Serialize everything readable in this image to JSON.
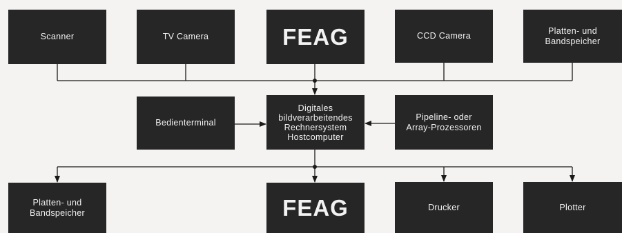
{
  "diagram": {
    "inputs": {
      "scanner": "Scanner",
      "tv_camera": "TV Camera",
      "feag": "FEAG",
      "ccd_camera": "CCD Camera",
      "storage": "Platten- und\nBandspeicher"
    },
    "middle": {
      "terminal": "Bedienterminal",
      "host": "Digitales\nbildverarbeitendes\nRechnersystem\nHostcomputer",
      "pipeline": "Pipeline- oder\nArray-Prozessoren"
    },
    "outputs": {
      "storage": "Platten- und\nBandspeicher",
      "feag": "FEAG",
      "printer": "Drucker",
      "plotter": "Plotter"
    },
    "colors": {
      "box_fill": "#262626",
      "box_text": "#f2f2f2",
      "line": "#1a1a1a",
      "background": "#f4f3f1"
    }
  }
}
